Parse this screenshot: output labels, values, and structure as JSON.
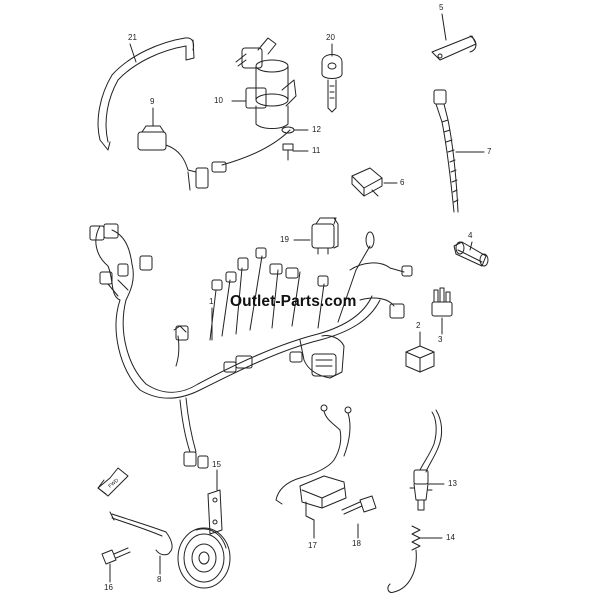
{
  "watermark": "Outlet-Parts.com",
  "fwd_label": "FWD",
  "parts": [
    {
      "num": "1",
      "name": "wiring-harness"
    },
    {
      "num": "2",
      "name": "relay-cap"
    },
    {
      "num": "3",
      "name": "fuse-holder"
    },
    {
      "num": "4",
      "name": "fuse"
    },
    {
      "num": "5",
      "name": "harness-clamp"
    },
    {
      "num": "6",
      "name": "relay"
    },
    {
      "num": "7",
      "name": "cable-band"
    },
    {
      "num": "8",
      "name": "horn-lead"
    },
    {
      "num": "9",
      "name": "starter-relay"
    },
    {
      "num": "10",
      "name": "ignition-switch"
    },
    {
      "num": "11",
      "name": "switch-bolt"
    },
    {
      "num": "12",
      "name": "washer"
    },
    {
      "num": "13",
      "name": "neutral-switch"
    },
    {
      "num": "14",
      "name": "spring"
    },
    {
      "num": "15",
      "name": "horn-bracket"
    },
    {
      "num": "16",
      "name": "horn-bolt"
    },
    {
      "num": "17",
      "name": "stop-switch"
    },
    {
      "num": "18",
      "name": "stop-switch-bolt"
    },
    {
      "num": "19",
      "name": "turn-relay"
    },
    {
      "num": "20",
      "name": "ignition-key"
    },
    {
      "num": "21",
      "name": "harness-guide"
    }
  ]
}
